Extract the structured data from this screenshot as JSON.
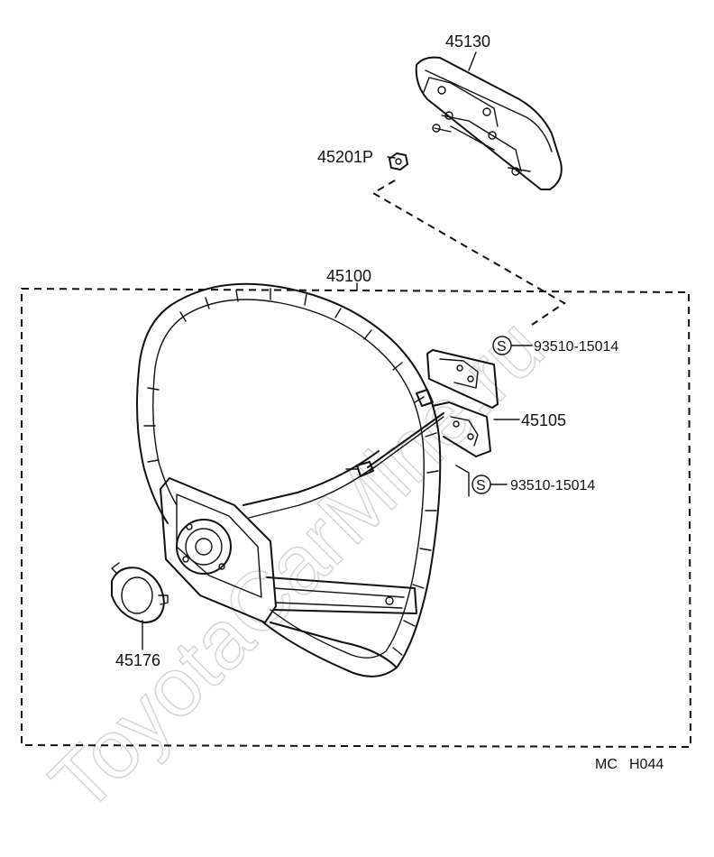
{
  "diagram": {
    "watermark": "ToyotaCarMine.ru",
    "parts": {
      "pad": "45130",
      "nut": "45201P",
      "wheel_assy": "45100",
      "screw_top": "93510-15014",
      "bracket": "45105",
      "screw_bottom": "93510-15014",
      "ring": "45176"
    },
    "screw_symbol": "S",
    "code_prefix": "MC",
    "code": "H044"
  }
}
